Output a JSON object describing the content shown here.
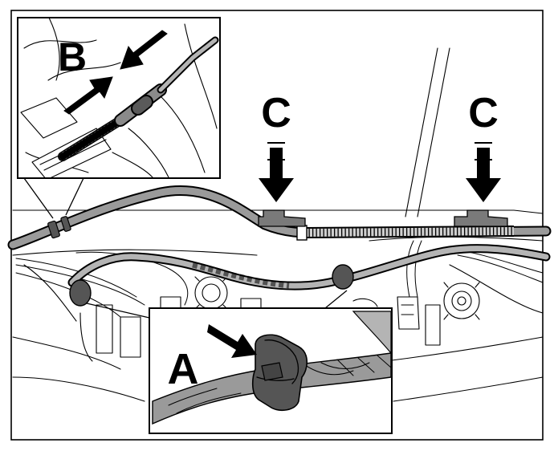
{
  "labels": {
    "a": "A",
    "b": "B",
    "c1": "C",
    "c2": "C"
  },
  "colors": {
    "line": "#000000",
    "background": "#ffffff",
    "harness_fill": "#7a7a7a",
    "harness_light": "#b4b4b4",
    "clip_fill": "#555555"
  },
  "icons": [
    "down-arrow-icon",
    "diagonal-arrow-icon"
  ]
}
